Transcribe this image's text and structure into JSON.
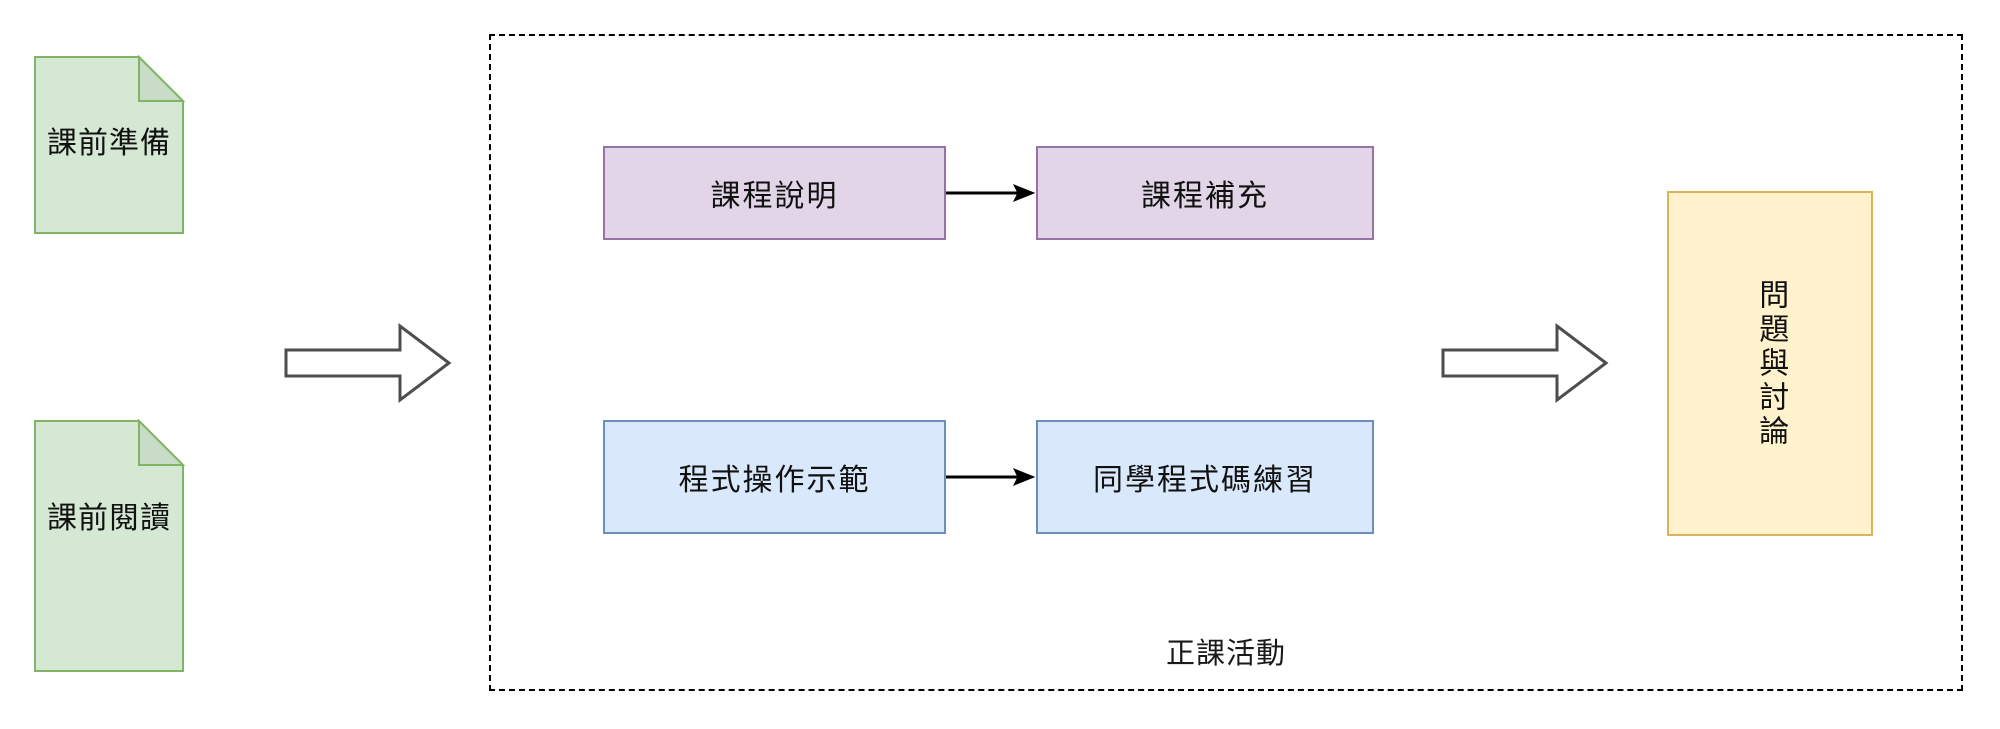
{
  "diagram": {
    "type": "flowchart",
    "title_visible": false,
    "background": "#ffffff",
    "colors": {
      "green_fill": "#d5e8d4",
      "green_stroke": "#82b366",
      "green_fold": "#cbdcc9",
      "purple_fill": "#e1d5e7",
      "purple_stroke": "#9673a6",
      "blue_fill": "#dae8fc",
      "blue_stroke": "#6c8ebf",
      "yellow_fill": "#fff2cc",
      "yellow_stroke": "#d6b656",
      "arrow_stroke": "#4d4d4d",
      "connector_stroke": "#000000",
      "dashed_stroke": "#000000",
      "text": "#111111"
    },
    "documents": [
      {
        "id": "doc-pre-prep",
        "label": "課前準備",
        "shape": "document-note"
      },
      {
        "id": "doc-pre-read",
        "label": "課前閱讀",
        "shape": "document-note"
      }
    ],
    "group": {
      "id": "class-activity-group",
      "label": "正課活動",
      "border_style": "dashed"
    },
    "process_boxes": [
      {
        "id": "course-explain",
        "label": "課程說明",
        "color": "purple",
        "row": 1,
        "col": 1
      },
      {
        "id": "course-supplement",
        "label": "課程補充",
        "color": "purple",
        "row": 1,
        "col": 2
      },
      {
        "id": "code-demo",
        "label": "程式操作示範",
        "color": "blue",
        "row": 2,
        "col": 1
      },
      {
        "id": "student-practice",
        "label": "同學程式碼練習",
        "color": "blue",
        "row": 2,
        "col": 2
      }
    ],
    "outcome_box": {
      "id": "question-discussion",
      "label": "問題與討論",
      "color": "yellow",
      "orientation": "vertical"
    },
    "connectors": [
      {
        "id": "conn-explain-to-supplement",
        "from": "course-explain",
        "to": "course-supplement",
        "style": "solid-arrow"
      },
      {
        "id": "conn-demo-to-practice",
        "from": "code-demo",
        "to": "student-practice",
        "style": "solid-arrow"
      }
    ],
    "block_arrows": [
      {
        "id": "flow-arrow-left",
        "direction": "right",
        "from": "documents",
        "to": "class-activity-group"
      },
      {
        "id": "flow-arrow-right",
        "direction": "right",
        "from": "class-activity-group",
        "to": "question-discussion"
      }
    ]
  }
}
